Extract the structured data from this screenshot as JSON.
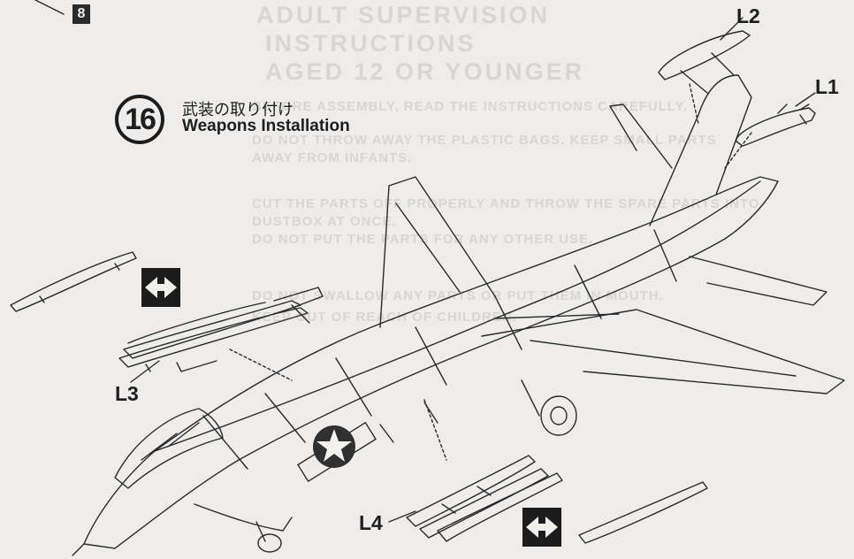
{
  "step": {
    "number": "16",
    "title_jp": "武装の取り付け",
    "title_en": "Weapons Installation"
  },
  "prev_step_badge": "8",
  "labels": {
    "l1": "L1",
    "l2": "L2",
    "l3": "L3",
    "l4": "L4"
  },
  "background_text": {
    "line1": "ADULT SUPERVISION",
    "line2": "INSTRUCTIONS",
    "line3": "AGED 12 OR YOUNGER",
    "body": [
      "BEFORE ASSEMBLY, READ THE INSTRUCTIONS CAREFULLY.",
      "DO NOT THROW AWAY THE PLASTIC BAGS. KEEP SMALL PARTS",
      "AWAY FROM INFANTS.",
      "CUT THE PARTS OFF PROPERLY AND THROW THE SPARE PARTS INTO",
      "DUSTBOX AT ONCE.",
      "DO NOT PUT THE PARTS FOR ANY OTHER USE.",
      "DO NOT SWALLOW ANY PARTS OR PUT THEM IN MOUTH.",
      "KEEP OUT OF REACH OF CHILDREN."
    ]
  },
  "icons": {
    "swap": "swap-arrows-icon",
    "insignia": "star-insignia-icon"
  }
}
